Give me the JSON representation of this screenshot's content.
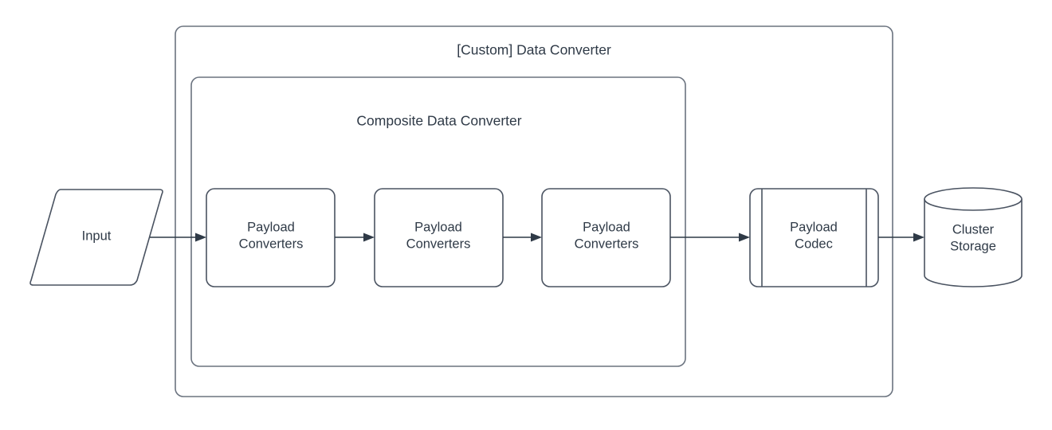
{
  "diagram": {
    "type": "flowchart",
    "title": "[Custom] Data Converter",
    "background_color": "#ffffff",
    "stroke_color": "#4a5361",
    "container_stroke_color": "#6b737f",
    "text_color": "#2f3a47",
    "containers": [
      {
        "id": "custom-data-converter",
        "label": "[Custom] Data Converter",
        "shape": "rounded-rectangle"
      },
      {
        "id": "composite-data-converter",
        "label": "Composite Data Converter",
        "shape": "rounded-rectangle"
      }
    ],
    "nodes": [
      {
        "id": "input",
        "label": "Input",
        "shape": "parallelogram"
      },
      {
        "id": "payload-converters-1",
        "label": "Payload\nConverters",
        "shape": "rounded-rectangle"
      },
      {
        "id": "payload-converters-2",
        "label": "Payload\nConverters",
        "shape": "rounded-rectangle"
      },
      {
        "id": "payload-converters-3",
        "label": "Payload\nConverters",
        "shape": "rounded-rectangle"
      },
      {
        "id": "payload-codec",
        "label": "Payload\nCodec",
        "shape": "predefined-process"
      },
      {
        "id": "cluster-storage",
        "label": "Cluster\nStorage",
        "shape": "cylinder"
      }
    ],
    "edges": [
      {
        "from": "input",
        "to": "payload-converters-1",
        "arrow": "single"
      },
      {
        "from": "payload-converters-1",
        "to": "payload-converters-2",
        "arrow": "single"
      },
      {
        "from": "payload-converters-2",
        "to": "payload-converters-3",
        "arrow": "single"
      },
      {
        "from": "payload-converters-3",
        "to": "payload-codec",
        "arrow": "single"
      },
      {
        "from": "payload-codec",
        "to": "cluster-storage",
        "arrow": "single"
      }
    ]
  }
}
